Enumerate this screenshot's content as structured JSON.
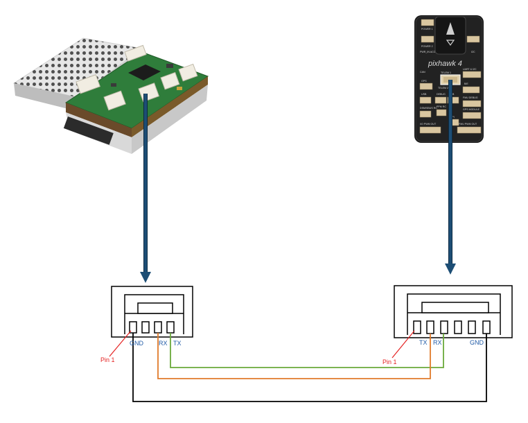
{
  "left_device": {
    "image": "companion-computer-board"
  },
  "right_device": {
    "brand_text": "pixhawk 4",
    "logo_icon": "arrowhead-logo-icon",
    "port_labels": [
      "POWER 1",
      "POWER 2",
      "PWR_IN  ACC",
      "I2C",
      "CAN",
      "GPS",
      "TELEM 1",
      "TELEM 2",
      "UART & I2C",
      "DSM/SBUS RC",
      "PPM RC",
      "SPI",
      "I/O PWM OUT",
      "FMU PWM OUT",
      "USB",
      "DEBUG",
      "USB",
      "B/E",
      "FMU DEBUG",
      "GPS MODULE"
    ]
  },
  "left_connector": {
    "pin_labels": [
      "GND",
      "RX",
      "TX"
    ],
    "pin1_label": "Pin 1"
  },
  "right_connector": {
    "pin_labels": [
      "TX",
      "RX",
      "GND"
    ],
    "pin1_label": "Pin 1"
  },
  "colors": {
    "cable": "#1d4e75",
    "tx_wire": "#6aaa3a",
    "rx_wire": "#e07a2a",
    "gnd_wire": "#000000",
    "pin_label": "#1f5aa6",
    "pin1_label": "#e52222"
  }
}
